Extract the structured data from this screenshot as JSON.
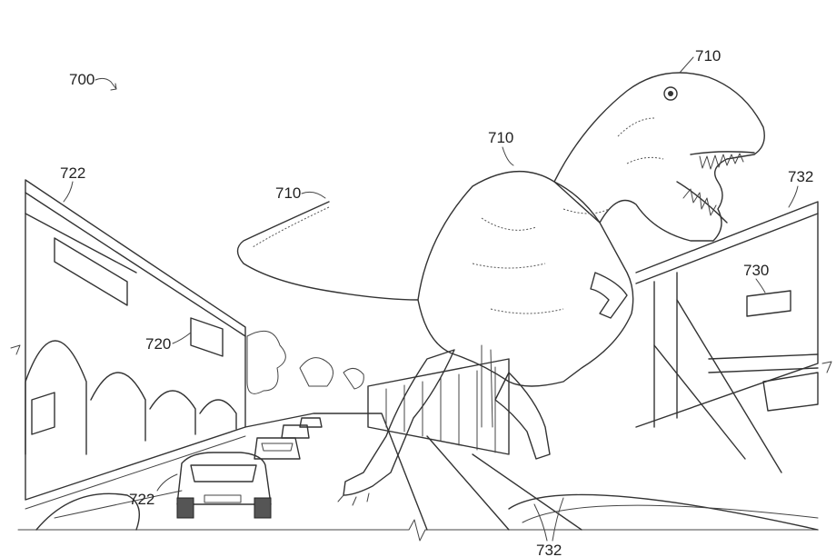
{
  "figure": {
    "labels": {
      "figure_ref": "700",
      "creature_head": "710",
      "creature_body": "710",
      "creature_tail": "710",
      "left_wall_top": "722",
      "left_sign": "720",
      "left_vehicle": "722",
      "right_wall_top": "732",
      "right_sign": "730",
      "bottom_rail": "732"
    }
  }
}
